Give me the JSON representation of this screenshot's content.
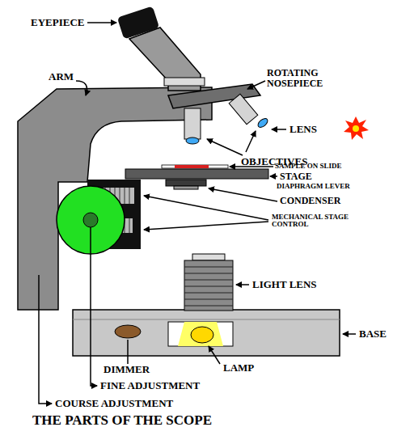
{
  "diagram": {
    "caption": "THE PARTS OF THE SCOPE",
    "labels": [
      "EYEPIECE",
      "ARM",
      "ROTATING NOSEPIECE",
      "LENS",
      "OBJECTIVES",
      "SAMPLE ON SLIDE",
      "STAGE",
      "DIAPHRAGM LEVER",
      "CONDENSER",
      "MECHANICAL STAGE CONTROL",
      "LIGHT LENS",
      "BASE",
      "LAMP",
      "DIMMER",
      "FINE ADJUSTMENT",
      "COURSE ADJUSTMENT"
    ]
  }
}
